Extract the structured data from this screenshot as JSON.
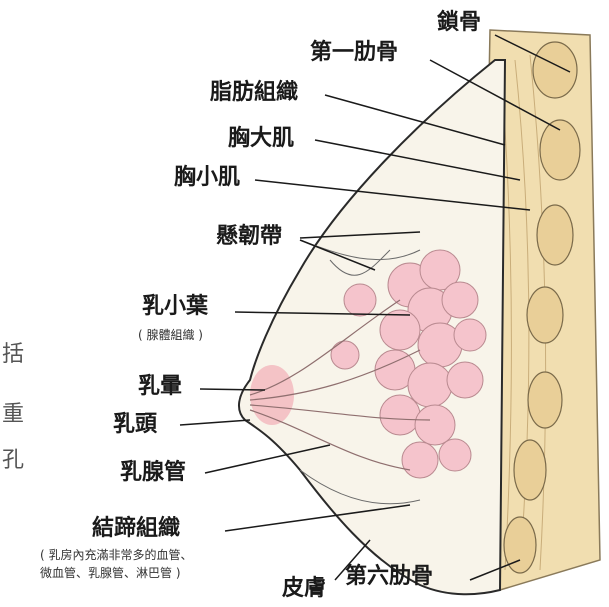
{
  "labels": {
    "clavicle": "鎖骨",
    "first_rib": "第一肋骨",
    "fat_tissue": "脂肪組織",
    "pectoralis_major": "胸大肌",
    "pectoralis_minor": "胸小肌",
    "suspensory_ligament": "懸韌帶",
    "lobule": "乳小葉",
    "lobule_note": "( 腺體組織 )",
    "areola": "乳暈",
    "nipple": "乳頭",
    "milk_duct": "乳腺管",
    "connective_tissue": "結蹄組織",
    "connective_note_line1": "( 乳房內充滿非常多的血管、",
    "connective_note_line2": "微血管、乳腺管、淋巴管 )",
    "skin": "皮膚",
    "sixth_rib": "第六肋骨"
  },
  "cutoff_text": [
    "括",
    "重",
    "孔"
  ],
  "colors": {
    "chest_wall": "#f1deb0",
    "breast_fill": "#f8f4ea",
    "gland": "#f5c4cc",
    "outline": "#2a2a2a"
  }
}
